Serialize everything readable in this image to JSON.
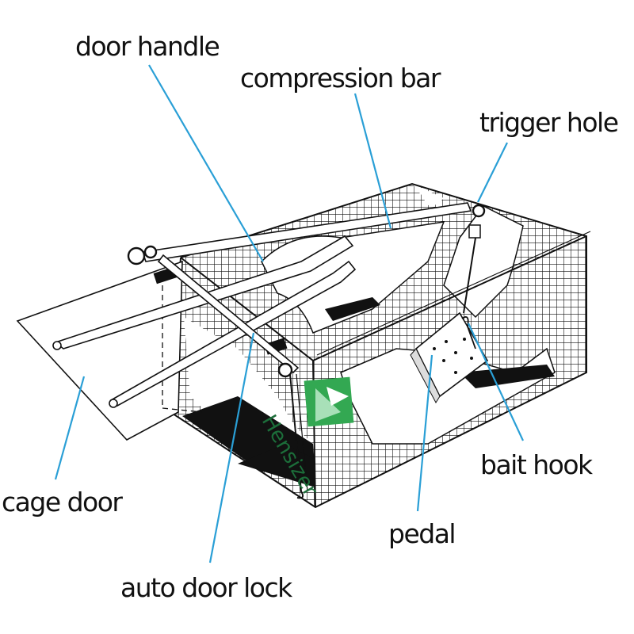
{
  "labels": {
    "door_handle": "door handle",
    "compression_bar": "compression bar",
    "trigger_hole": "trigger hole",
    "cage_door": "cage door",
    "bait_hook": "bait hook",
    "pedal": "pedal",
    "auto_door_lock": "auto door lock"
  },
  "watermark": "Hensizer",
  "colors": {
    "leader_line": "#2a9fd6",
    "ink": "#111111",
    "logo_green": "#33a852"
  }
}
